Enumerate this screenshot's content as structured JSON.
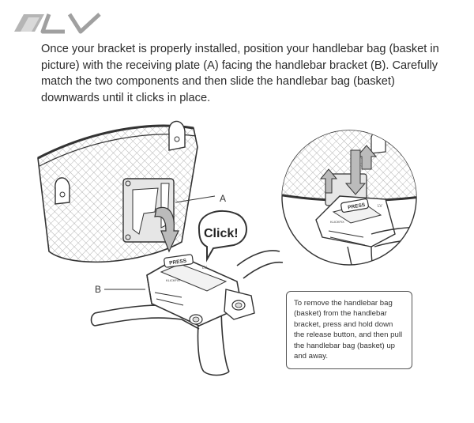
{
  "brand": {
    "logo_icon": "lv-brand-logo"
  },
  "instructions": {
    "text": "Once your bracket is properly installed, position your handlebar bag (basket in picture) with the receiving plate (A) facing the handlebar bracket (B). Carefully match the two components and then slide the handlebar bag (basket) downwards until it clicks in place."
  },
  "labels": {
    "a": "A",
    "b": "B",
    "click": "Click!",
    "press_main": "PRESS",
    "press_detail": "PRESS",
    "brand_small_main": "KLICKFIX",
    "brand_small_detail": "KLICKFIX",
    "marking_main": "LV",
    "marking_detail": "LV"
  },
  "callout": {
    "text": "To remove the handlebar bag (basket) from the handlebar bracket, press and hold down the release button, and then pull the handlebar bag (basket) up and away."
  },
  "colors": {
    "line": "#333333",
    "mesh": "#9a9a9a",
    "arrow_fill": "#bbbbbb"
  }
}
